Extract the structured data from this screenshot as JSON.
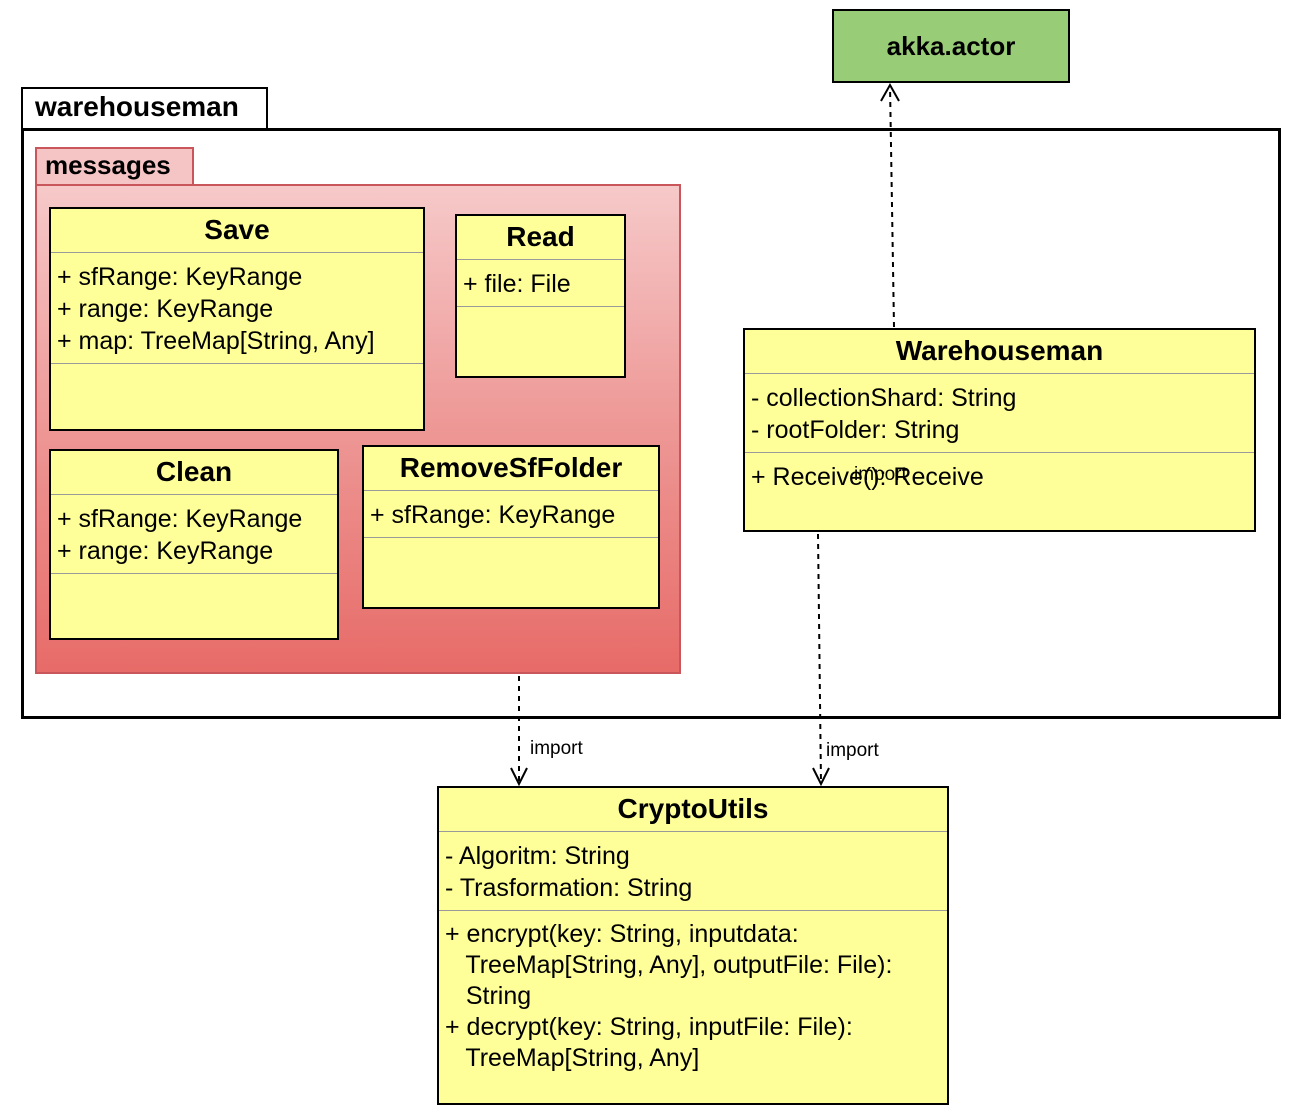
{
  "packages": {
    "warehouseman": {
      "name": "warehouseman"
    },
    "messages": {
      "name": "messages"
    }
  },
  "classes": {
    "save": {
      "name": "Save",
      "attributes": [
        "+ sfRange: KeyRange",
        "+ range: KeyRange",
        "+ map: TreeMap[String, Any]"
      ]
    },
    "read": {
      "name": "Read",
      "attributes": [
        "+ file: File"
      ]
    },
    "clean": {
      "name": "Clean",
      "attributes": [
        "+ sfRange: KeyRange",
        "+ range: KeyRange"
      ]
    },
    "remove_sf_folder": {
      "name": "RemoveSfFolder",
      "attributes": [
        "+ sfRange: KeyRange"
      ]
    },
    "warehouseman": {
      "name": "Warehouseman",
      "attributes": [
        "- collectionShard: String",
        "- rootFolder: String"
      ],
      "methods": [
        "+ Receive(): Receive"
      ]
    },
    "crypto_utils": {
      "name": "CryptoUtils",
      "attributes": [
        "- Algoritm: String",
        "- Trasformation: String"
      ],
      "methods": [
        "+ encrypt(key: String, inputdata:",
        "   TreeMap[String, Any], outputFile: File):",
        "   String",
        "+ decrypt(key: String, inputFile: File):",
        "   TreeMap[String, Any]"
      ]
    }
  },
  "external": {
    "akka_actor": "akka.actor"
  },
  "edges": {
    "warehouseman_to_akka": "import",
    "messages_to_crypto": "import",
    "warehouseman_to_crypto": "import"
  }
}
